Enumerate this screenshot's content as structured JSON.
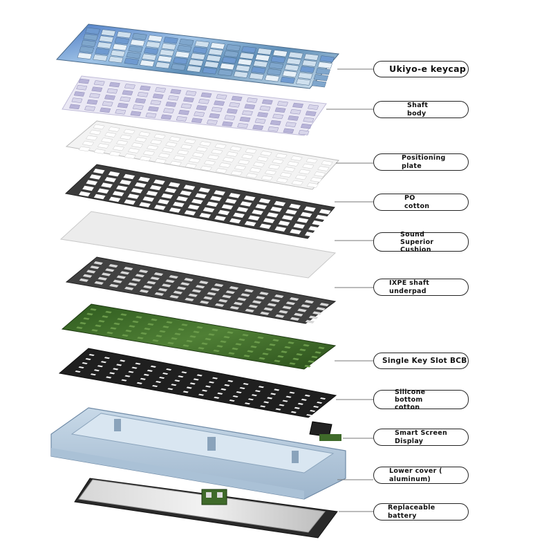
{
  "labels": {
    "keycap": "Ukiyo-e keycap",
    "shaft": "Shaft\nbody",
    "plate": "Positioning\nplate",
    "po": "PO\ncotton",
    "sound": "Sound\nSuperior\nCushion",
    "ixpe": "IXPE shaft\nunderpad",
    "pcb": "Single Key Slot BCB",
    "silicone": "Silicone\nbottom\ncotton",
    "screen": "Smart Screen\nDisplay",
    "cover": "Lower cover (\naluminum)",
    "battery": "Replaceable\nbattery"
  },
  "colors": {
    "keycap_blue": "#6f9ad0",
    "keycap_light": "#cfe0ee",
    "switch_purple": "#b8b4d8",
    "plate_white": "#f1f1f1",
    "foam_dark": "#3a3a3a",
    "pcb_green": "#3f6a2a",
    "silicone_black": "#1f1f1f",
    "case_blue": "#b8cde0",
    "battery_gray": "#c9c9c9"
  }
}
